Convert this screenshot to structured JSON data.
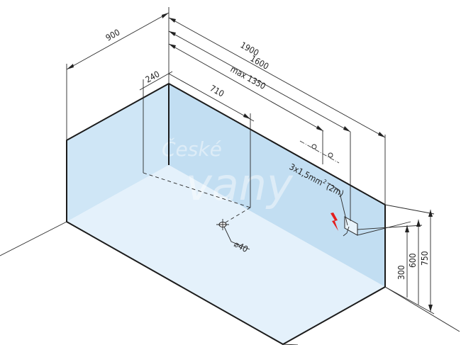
{
  "dimensions": {
    "width_bath": "900",
    "length_total": "1900",
    "length_1600": "1600",
    "length_max": "max  1350",
    "offset_240": "240",
    "offset_710": "710",
    "height_300": "300",
    "height_600": "600",
    "height_750": "750",
    "drain": "⌀40"
  },
  "annotations": {
    "electrical_cable_prefix": "3x1,5mm",
    "electrical_cable_sup": "2",
    "electrical_cable_len": "(2m)"
  },
  "watermark": {
    "line1": "České",
    "line2": "vany"
  },
  "colors": {
    "glass_light": "#e4f1fb",
    "glass_mid": "#cfe6f6",
    "glass_back": "#c2def2",
    "outline": "#1b1b1b",
    "lightning": "#e41e1e"
  }
}
